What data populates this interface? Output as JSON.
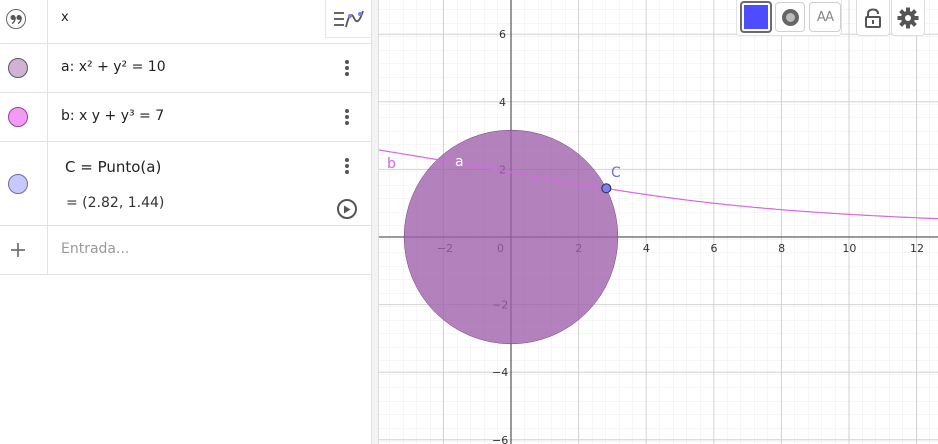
{
  "algebra": {
    "header_input": "x",
    "rows": [
      {
        "label": "a: x² + y² = 10",
        "color": "#d1b2d5"
      },
      {
        "label": "b: x y + y³ = 7",
        "color": "#f29bf4"
      },
      {
        "label": "C = Punto(a)",
        "value": "= (2.82, 1.44)",
        "color": "#c8c9fb"
      }
    ],
    "input_placeholder": "Entrada..."
  },
  "graphics": {
    "x_ticks": [
      "−2",
      "0",
      "2",
      "4",
      "6",
      "8",
      "10",
      "12"
    ],
    "y_ticks": [
      "6",
      "4",
      "2",
      "−2",
      "−4",
      "−6"
    ],
    "labels": {
      "circle": "a",
      "curve": "b",
      "point": "C"
    },
    "colors": {
      "circle_fill": "#9d5fa9",
      "curve": "#d966e3",
      "point": "#7e80f2",
      "point_label": "#6c6fe0",
      "color_swatch": "#4d4dff"
    },
    "font_button_label": "AA"
  },
  "icons": {
    "quote": "quote-icon",
    "graph_view": "graph-view-icon",
    "color": "color-swatch-icon",
    "point_style": "point-style-icon",
    "lock": "lock-icon",
    "settings": "gear-icon",
    "play": "play-icon",
    "plus": "plus-icon"
  }
}
